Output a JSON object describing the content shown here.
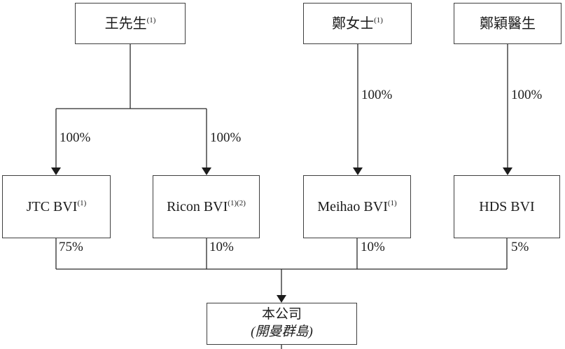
{
  "nodes": {
    "mr_wang": {
      "name": "王先生",
      "sup": "(1)"
    },
    "ms_zheng": {
      "name": "鄭女士",
      "sup": "(1)"
    },
    "dr_zheng_ying": {
      "name": "鄭穎醫生",
      "sup": ""
    },
    "jtc_bvi": {
      "name": "JTC BVI",
      "sup": "(1)"
    },
    "ricon_bvi": {
      "name": "Ricon BVI",
      "sup": "(1)(2)"
    },
    "meihao_bvi": {
      "name": "Meihao BVI",
      "sup": "(1)"
    },
    "hds_bvi": {
      "name": "HDS BVI",
      "sup": ""
    },
    "company": {
      "name": "本公司",
      "subname": "(開曼群島)"
    }
  },
  "ownership": {
    "wang_to_jtc": "100%",
    "wang_to_ricon": "100%",
    "zheng_to_meihao": "100%",
    "zheng_ying_to_hds": "100%",
    "jtc_to_company": "75%",
    "ricon_to_company": "10%",
    "meihao_to_company": "10%",
    "hds_to_company": "5%"
  },
  "colors": {
    "line": "#2b2b2b",
    "border": "#3f3f3f",
    "text": "#1c1c1c",
    "background": "#ffffff"
  }
}
